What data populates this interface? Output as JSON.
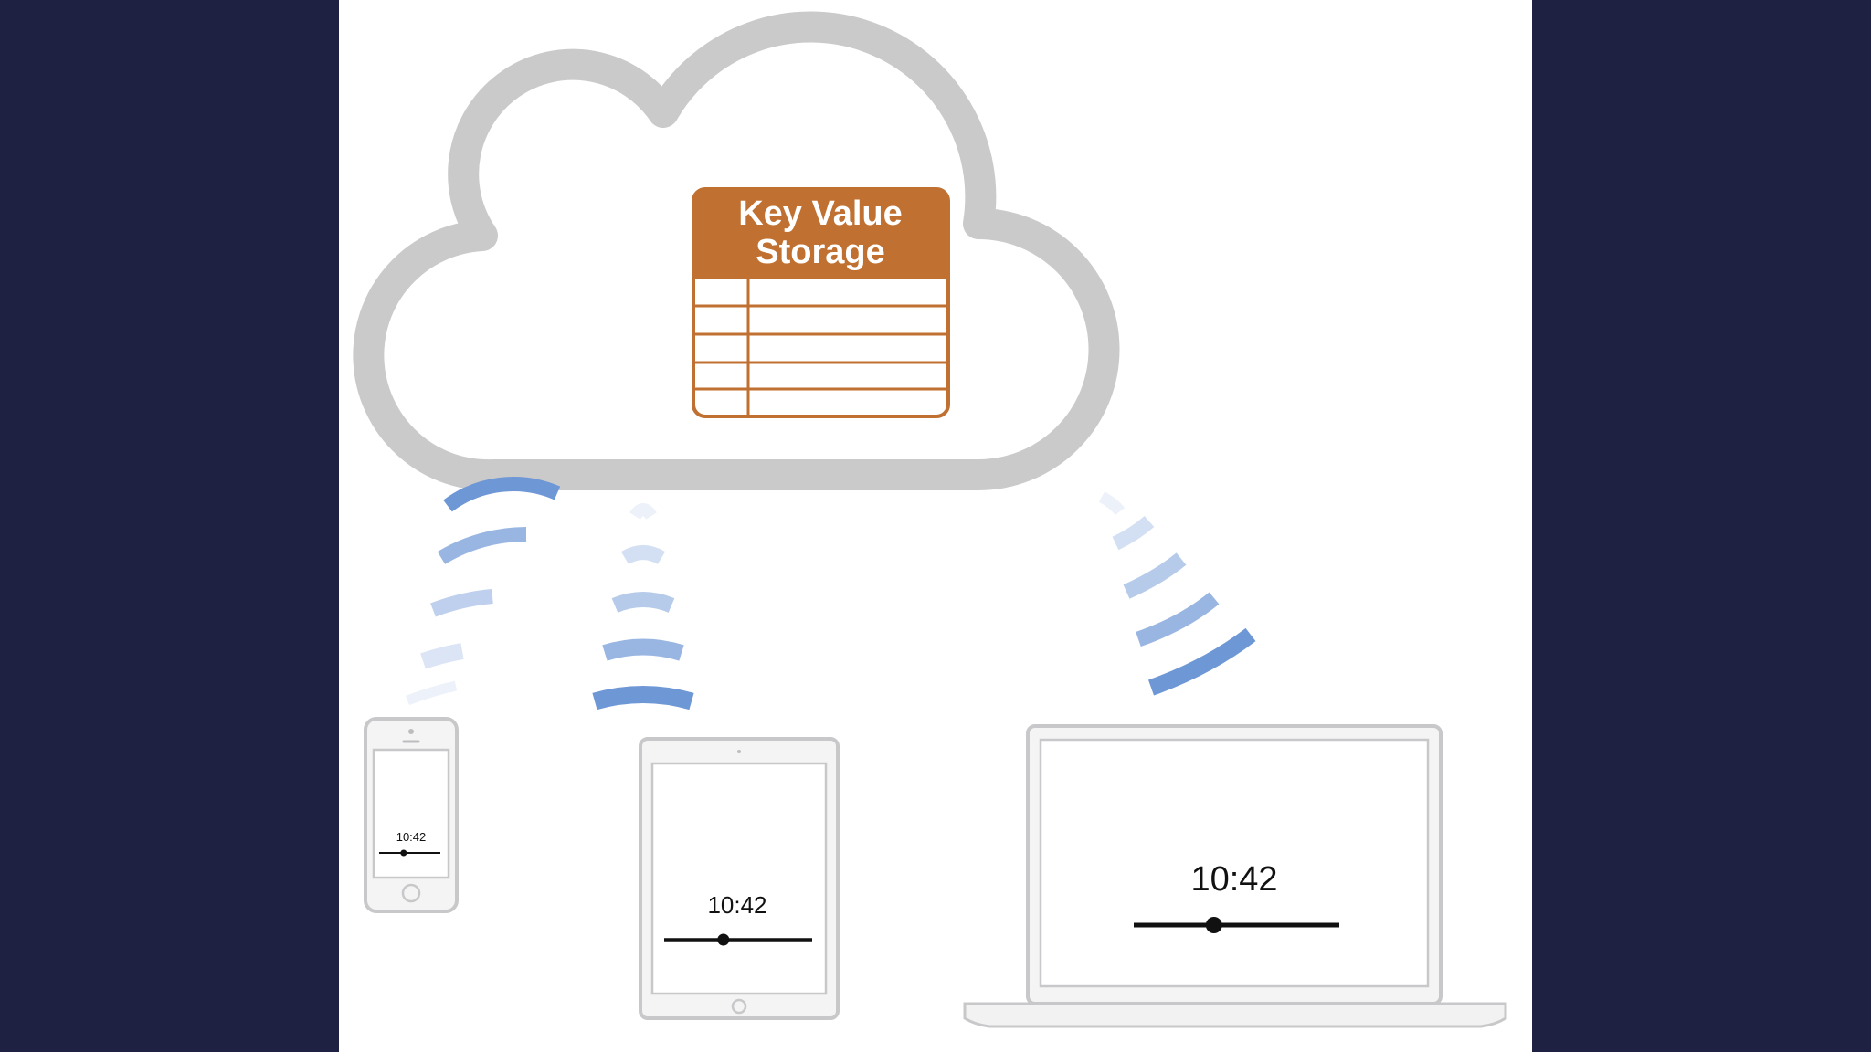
{
  "storage": {
    "title_line1": "Key Value",
    "title_line2": "Storage"
  },
  "devices": {
    "phone": {
      "time": "10:42",
      "slider_level": 0.4
    },
    "tablet": {
      "time": "10:42",
      "slider_level": 0.4
    },
    "laptop": {
      "time": "10:42",
      "slider_level": 0.39
    }
  },
  "colors": {
    "page_background": "#1f2142",
    "slide_background": "#ffffff",
    "cloud_outline": "#c9cac9",
    "storage_accent": "#c07030",
    "signal_wave": "#6e97d6",
    "device_frame": "#c8c8ca"
  },
  "icons": [
    "cloud-icon",
    "key-value-table-icon",
    "wireless-signal-icon",
    "iphone-icon",
    "ipad-icon",
    "macbook-icon"
  ]
}
